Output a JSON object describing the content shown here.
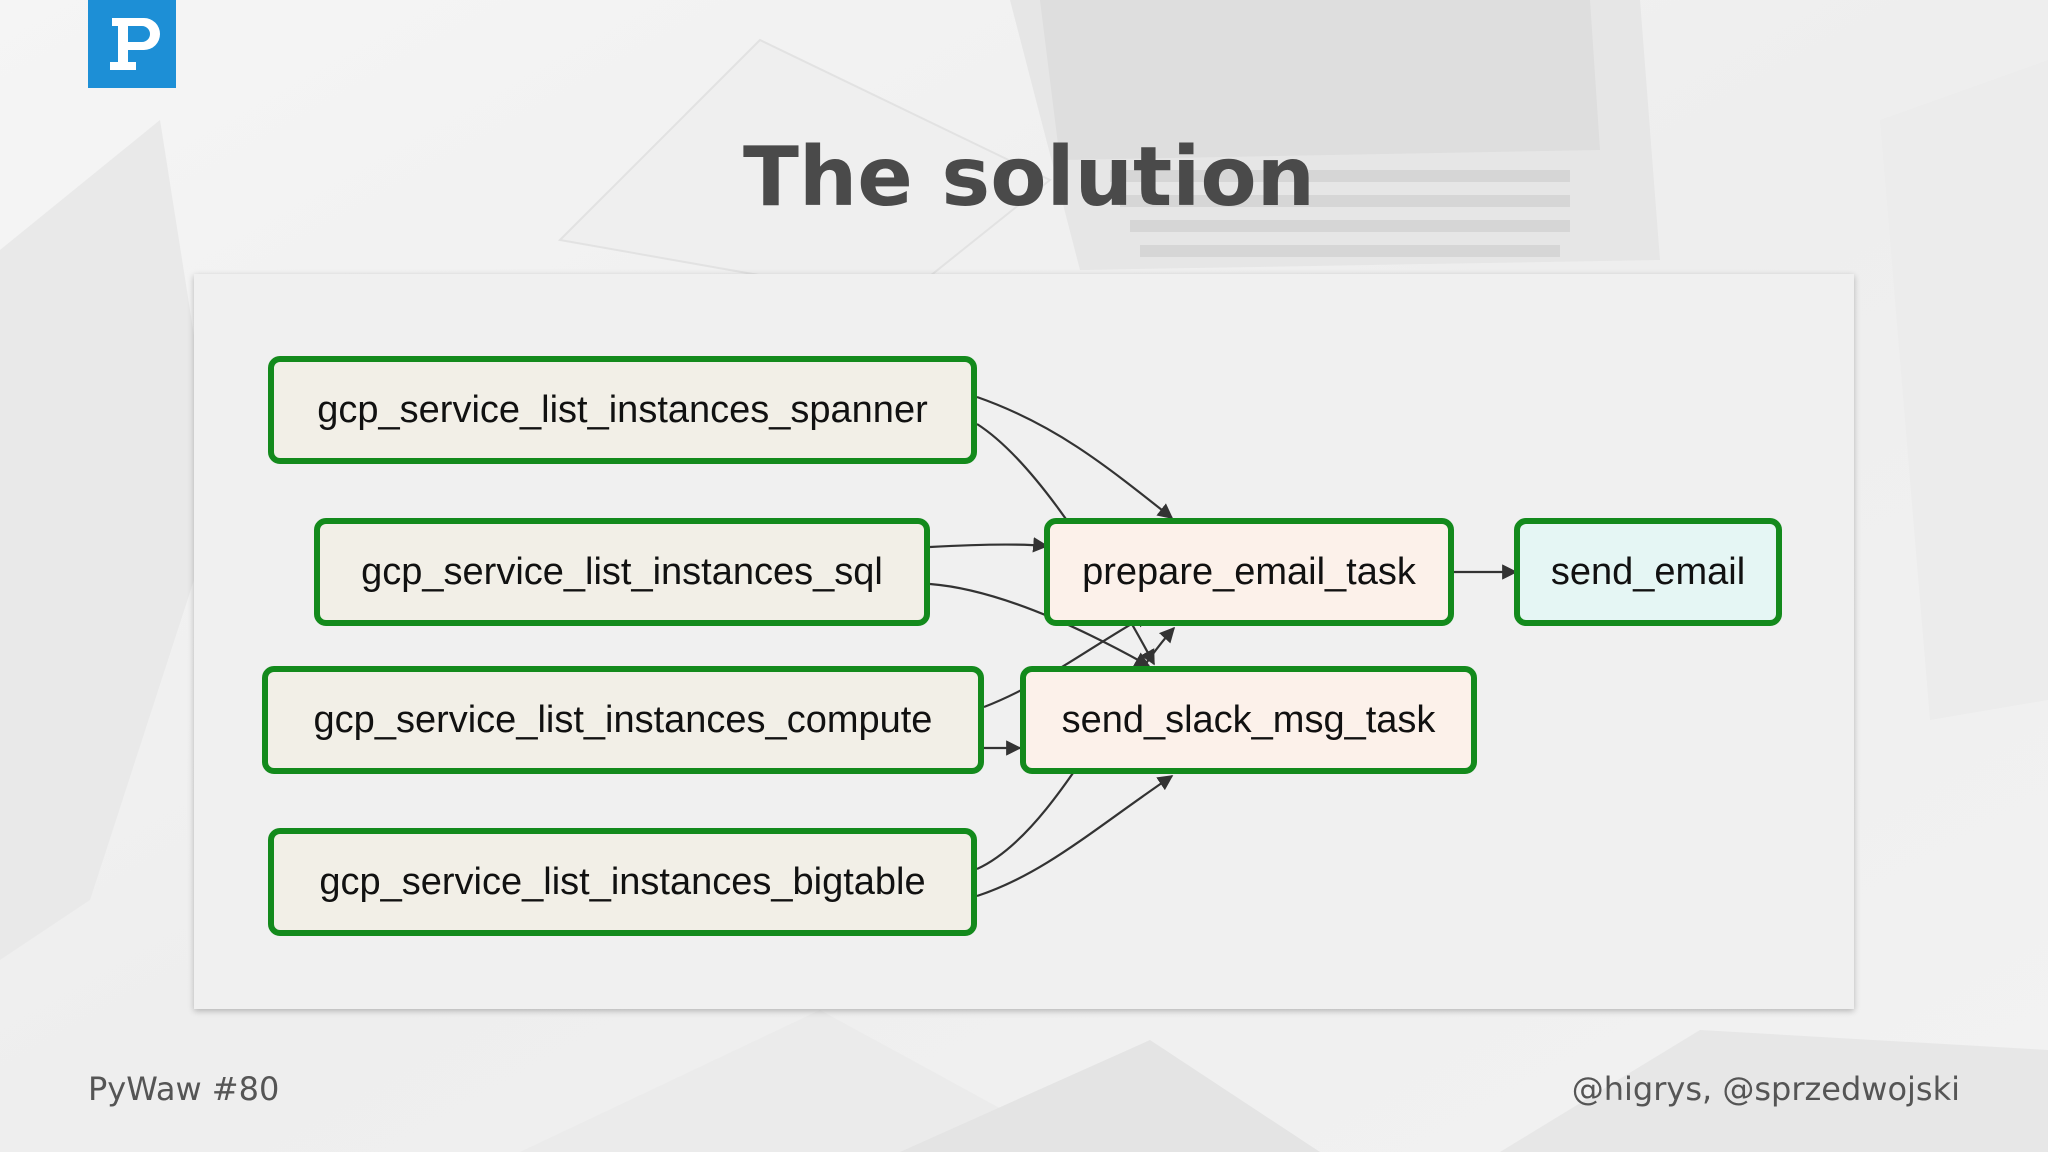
{
  "slide": {
    "title": "The solution",
    "footer_left": "PyWaw #80",
    "footer_right": "@higrys, @sprzedwojski",
    "logo_icon": "pywaw-logo-icon",
    "logo_color": "#1d8fd6"
  },
  "diagram": {
    "node_border_color": "#138a1c",
    "nodes": [
      {
        "id": "spanner",
        "label": "gcp_service_list_instances_spanner"
      },
      {
        "id": "sql",
        "label": "gcp_service_list_instances_sql"
      },
      {
        "id": "compute",
        "label": "gcp_service_list_instances_compute"
      },
      {
        "id": "bigtable",
        "label": "gcp_service_list_instances_bigtable"
      },
      {
        "id": "prepare",
        "label": "prepare_email_task"
      },
      {
        "id": "slack",
        "label": "send_slack_msg_task"
      },
      {
        "id": "email",
        "label": "send_email"
      }
    ],
    "edges": [
      {
        "from": "spanner",
        "to": "prepare"
      },
      {
        "from": "spanner",
        "to": "slack"
      },
      {
        "from": "sql",
        "to": "prepare"
      },
      {
        "from": "sql",
        "to": "slack"
      },
      {
        "from": "compute",
        "to": "prepare"
      },
      {
        "from": "compute",
        "to": "slack"
      },
      {
        "from": "bigtable",
        "to": "prepare"
      },
      {
        "from": "bigtable",
        "to": "slack"
      },
      {
        "from": "prepare",
        "to": "email"
      }
    ]
  }
}
